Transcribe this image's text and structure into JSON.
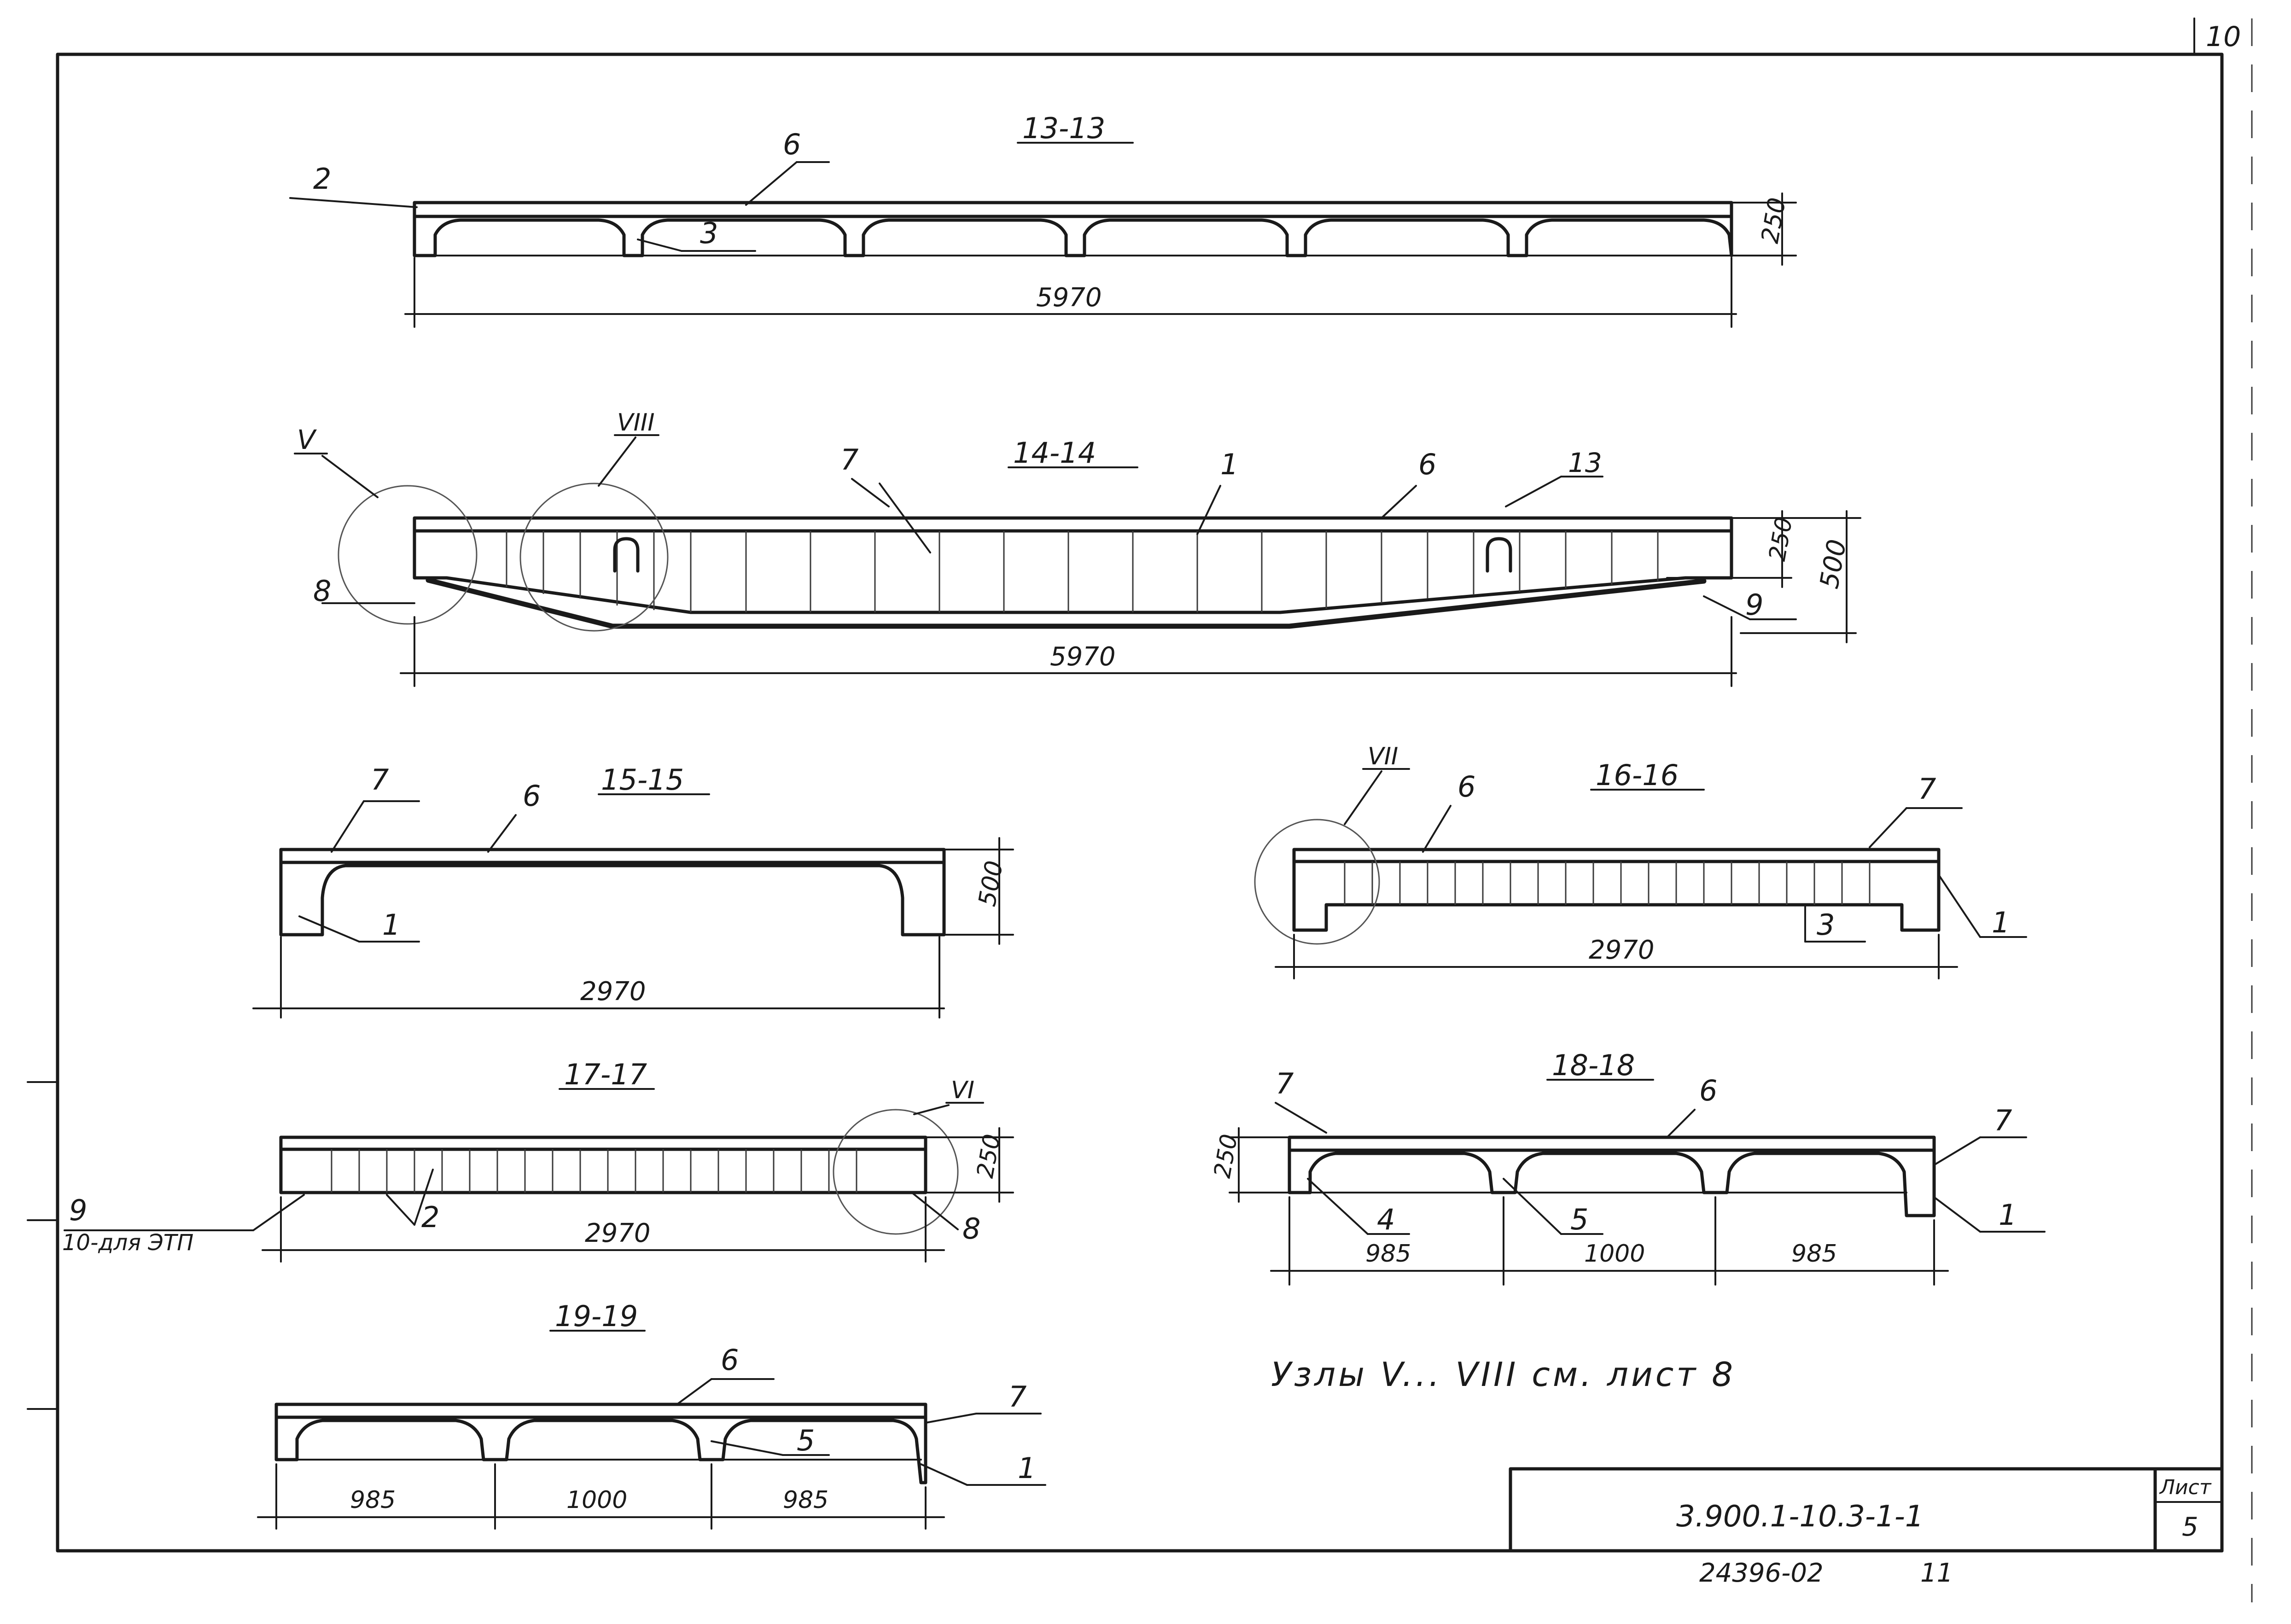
{
  "sheet": {
    "page_number": "10",
    "notes": "Узлы V... VIII см. лист 8",
    "title_block": {
      "code": "3.900.1-10.3-1-1",
      "sheet_label": "Лист",
      "sheet_no": "5",
      "inventory": "24396-02",
      "inventory_page": "11"
    }
  },
  "sections": {
    "s13": {
      "title": "13-13",
      "length": "5970",
      "height": "250",
      "callouts": [
        "2",
        "6",
        "3"
      ]
    },
    "s14": {
      "title": "14-14",
      "length": "5970",
      "height_inner": "250",
      "height_outer": "500",
      "nodes": [
        "V",
        "VIII"
      ],
      "callouts": [
        "7",
        "1",
        "6",
        "13",
        "8",
        "9"
      ]
    },
    "s15": {
      "title": "15-15",
      "length": "2970",
      "height": "500",
      "callouts": [
        "7",
        "6",
        "1"
      ]
    },
    "s16": {
      "title": "16-16",
      "length": "2970",
      "node": "VII",
      "callouts": [
        "6",
        "7",
        "3",
        "1"
      ]
    },
    "s17": {
      "title": "17-17",
      "length": "2970",
      "height": "250",
      "node": "VI",
      "callouts": [
        "2",
        "8",
        "9"
      ],
      "note": "10-для ЭТП"
    },
    "s18": {
      "title": "18-18",
      "height": "250",
      "spans": [
        "985",
        "1000",
        "985"
      ],
      "callouts": [
        "7",
        "6",
        "7",
        "4",
        "5",
        "1"
      ]
    },
    "s19": {
      "title": "19-19",
      "spans": [
        "985",
        "1000",
        "985"
      ],
      "callouts": [
        "6",
        "7",
        "5",
        "1"
      ]
    }
  }
}
